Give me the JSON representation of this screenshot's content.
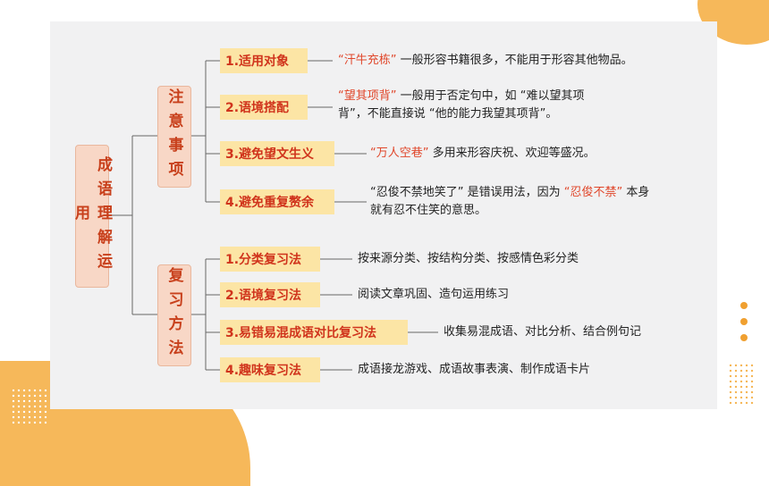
{
  "root": "成语理解运用",
  "branches": [
    {
      "title": "注意事项",
      "items": [
        {
          "label": "1.适用对象",
          "desc": [
            {
              "t": "“汗牛充栋”",
              "hl": true
            },
            {
              "t": " 一般形容书籍很多，不能用于形容其他物品。",
              "hl": false
            }
          ]
        },
        {
          "label": "2.语境搭配",
          "desc": [
            {
              "t": "“望其项背”",
              "hl": true
            },
            {
              "t": " 一般用于否定句中，如 “难以望其项背”，不能直接说 “他的能力我望其项背”。",
              "hl": false
            }
          ]
        },
        {
          "label": "3.避免望文生义",
          "desc": [
            {
              "t": "“万人空巷”",
              "hl": true
            },
            {
              "t": " 多用来形容庆祝、欢迎等盛况。",
              "hl": false
            }
          ]
        },
        {
          "label": "4.避免重复赘余",
          "desc": [
            {
              "t": "“忍俊不禁地笑了” 是错误用法，因为 ",
              "hl": false
            },
            {
              "t": "“忍俊不禁”",
              "hl": true
            },
            {
              "t": " 本身就有忍不住笑的意思。",
              "hl": false
            }
          ]
        }
      ]
    },
    {
      "title": "复习方法",
      "items": [
        {
          "label": "1.分类复习法",
          "desc": [
            {
              "t": "按来源分类、按结构分类、按感情色彩分类",
              "hl": false
            }
          ]
        },
        {
          "label": "2.语境复习法",
          "desc": [
            {
              "t": "阅读文章巩固、造句运用练习",
              "hl": false
            }
          ]
        },
        {
          "label": "3.易错易混成语对比复习法",
          "desc": [
            {
              "t": "收集易混成语、对比分析、结合例句记",
              "hl": false
            }
          ]
        },
        {
          "label": "4.趣味复习法",
          "desc": [
            {
              "t": "成语接龙游戏、成语故事表演、制作成语卡片",
              "hl": false
            }
          ]
        }
      ]
    }
  ]
}
